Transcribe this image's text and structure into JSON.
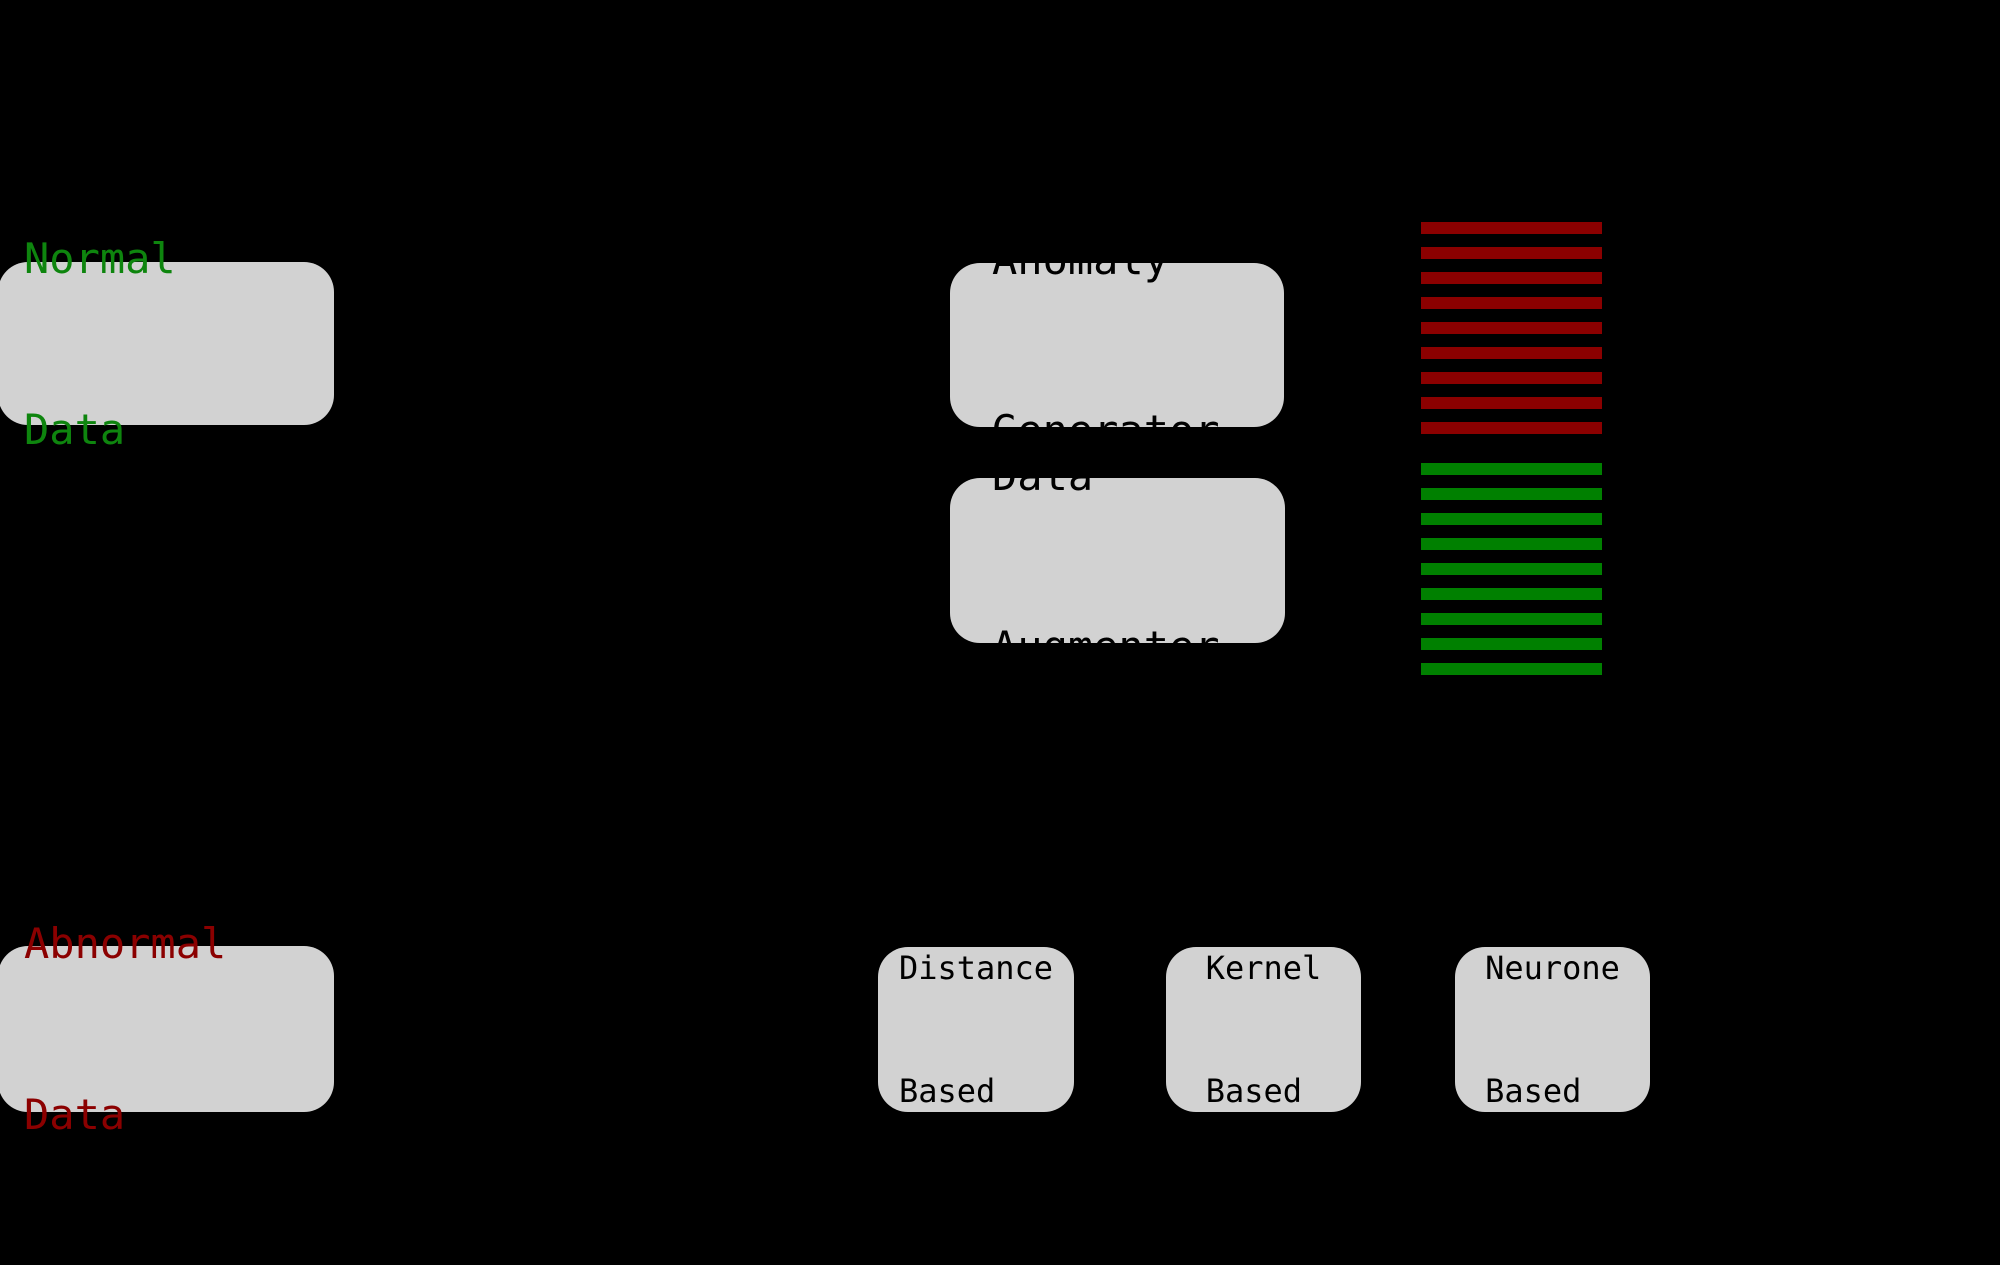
{
  "diagram": {
    "boxes": {
      "normal_data": {
        "line1": "Normal",
        "line2": "Data",
        "text_color": "#0e850e"
      },
      "abnormal_data": {
        "line1": "Abnormal",
        "line2": "Data",
        "text_color": "#8b0000"
      },
      "anomaly_generator": {
        "line1": "Anomaly",
        "line2": "Generator",
        "text_color": "#000000"
      },
      "data_augmenter": {
        "line1": "Data",
        "line2": "Augmenter",
        "text_color": "#000000"
      },
      "distance_based": {
        "line1": "Distance",
        "line2": "Based",
        "text_color": "#000000"
      },
      "kernel_based": {
        "line1": "Kernel",
        "line2": "Based",
        "text_color": "#000000"
      },
      "neurone_based": {
        "line1": "Neurone",
        "line2": "Based",
        "text_color": "#000000"
      }
    },
    "bar_stacks": [
      {
        "name": "anomalous-sample-bar",
        "color": "#8b0000",
        "count": 9
      },
      {
        "name": "normal-sample-bar",
        "color": "#008000",
        "count": 9
      }
    ],
    "colors": {
      "background": "#000000",
      "box_fill": "#d2d2d2"
    }
  }
}
